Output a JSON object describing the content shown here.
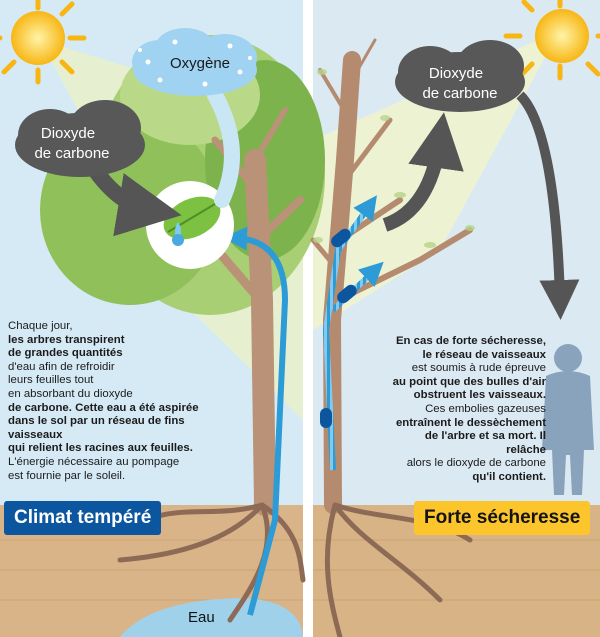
{
  "left_panel": {
    "cloud_oxygen": "Oxygène",
    "cloud_co2_line1": "Dioxyde",
    "cloud_co2_line2": "de carbone",
    "paragraph": [
      "Chaque jour,",
      "les arbres transpirent",
      "de grandes quantités",
      "d'eau afin de refroidir",
      "leurs feuilles tout",
      "en absorbant du dioxyde",
      "de carbone. Cette eau a été aspirée",
      "dans le sol par un réseau de fins vaisseaux",
      "qui relient les racines aux feuilles.",
      "L'énergie nécessaire au pompage",
      "est fournie par le soleil."
    ],
    "badge": "Climat tempéré",
    "water_label": "Eau"
  },
  "right_panel": {
    "cloud_co2_line1": "Dioxyde",
    "cloud_co2_line2": "de carbone",
    "paragraph": [
      "En cas de forte sécheresse,",
      "le réseau de vaisseaux",
      "est soumis à rude épreuve",
      "au point que des bulles d'air",
      "obstruent les vaisseaux.",
      "Ces embolies gazeuses",
      "entraînent le dessèchement",
      "de l'arbre et sa mort. Il relâche",
      "alors le dioxyde de carbone",
      "qu'il contient."
    ],
    "badge": "Forte sécheresse"
  },
  "colors": {
    "sky": "#d6eaf6",
    "soil": "#d9b488",
    "canopy_light": "#a9cf74",
    "canopy_dark": "#6ea544",
    "trunk": "#b99277",
    "water_blue": "#2c9bd6",
    "cloud_gray": "#585858",
    "badge_blue": "#0c56a0",
    "badge_yellow": "#fbc52b",
    "sun": "#f8c21c"
  }
}
